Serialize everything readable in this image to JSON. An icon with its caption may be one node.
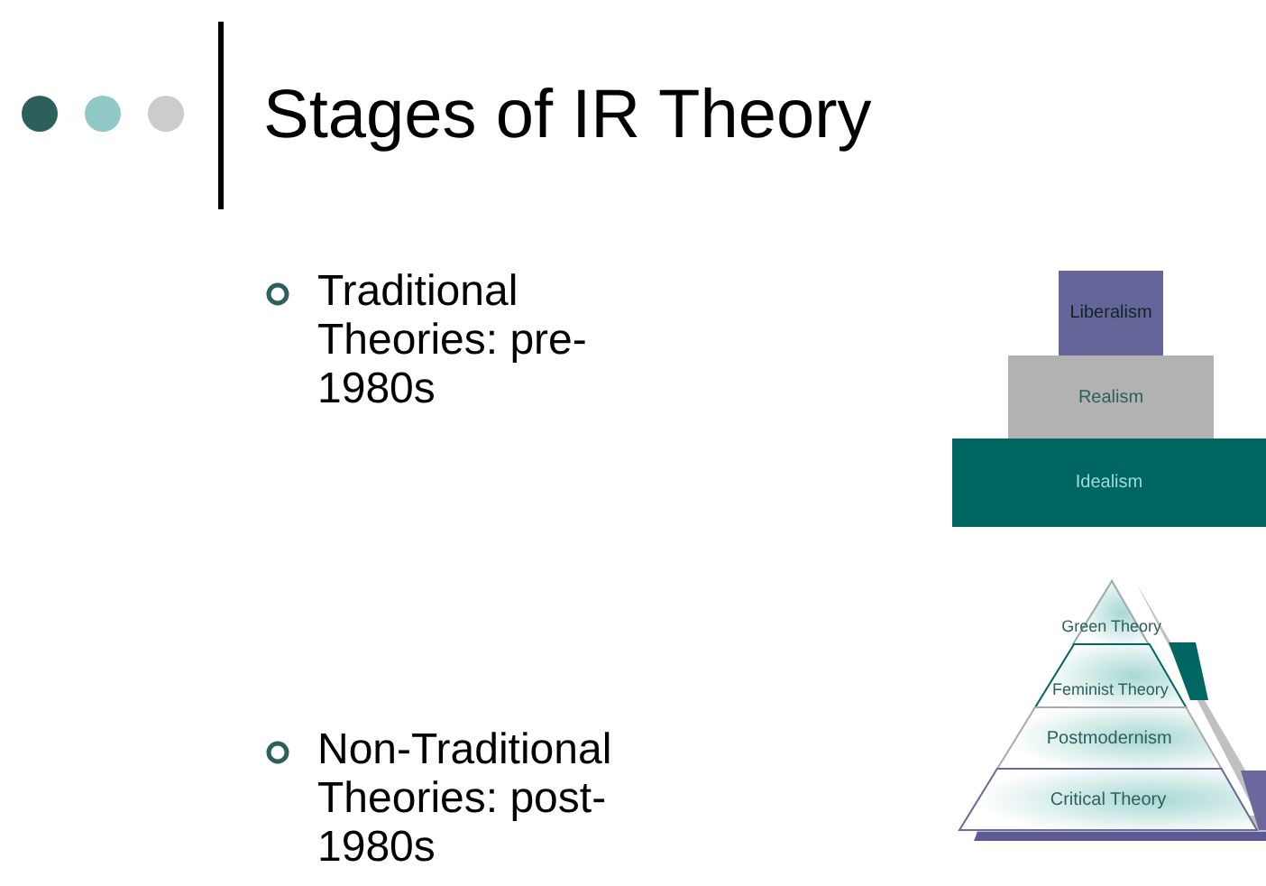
{
  "diagram": {
    "title": "Stages of IR Theory",
    "nodes": [
      {
        "text": [
          "Liberalism"
        ]
      },
      {
        "text": [
          "Realism"
        ]
      },
      {
        "text": [
          "Idealism"
        ]
      },
      {
        "text": [
          "Green Theory"
        ]
      },
      {
        "text": [
          "Feminist Theory"
        ]
      },
      {
        "text": [
          "Postmodernism"
        ]
      },
      {
        "text": [
          "Critical Theory"
        ]
      }
    ],
    "labels": [
      "Traditional Theories: pre-1980s",
      "Non-Traditional Theories: post-1980s"
    ]
  }
}
